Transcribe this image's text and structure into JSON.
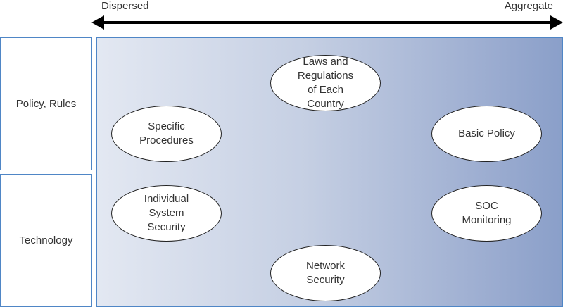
{
  "axis": {
    "left_label": "Dispersed",
    "right_label": "Aggregate"
  },
  "rows": {
    "policy": "Policy, Rules",
    "technology": "Technology"
  },
  "nodes": {
    "laws": "Laws and\nRegulations\nof Each\nCountry",
    "specific": "Specific\nProcedures",
    "basic": "Basic Policy",
    "individual": "Individual\nSystem\nSecurity",
    "soc": "SOC\nMonitoring",
    "network": "Network\nSecurity"
  },
  "colors": {
    "border": "#4f86c6",
    "gradient_start": "#e3e8f2",
    "gradient_end": "#8a9fc9",
    "arrow": "#000000"
  }
}
